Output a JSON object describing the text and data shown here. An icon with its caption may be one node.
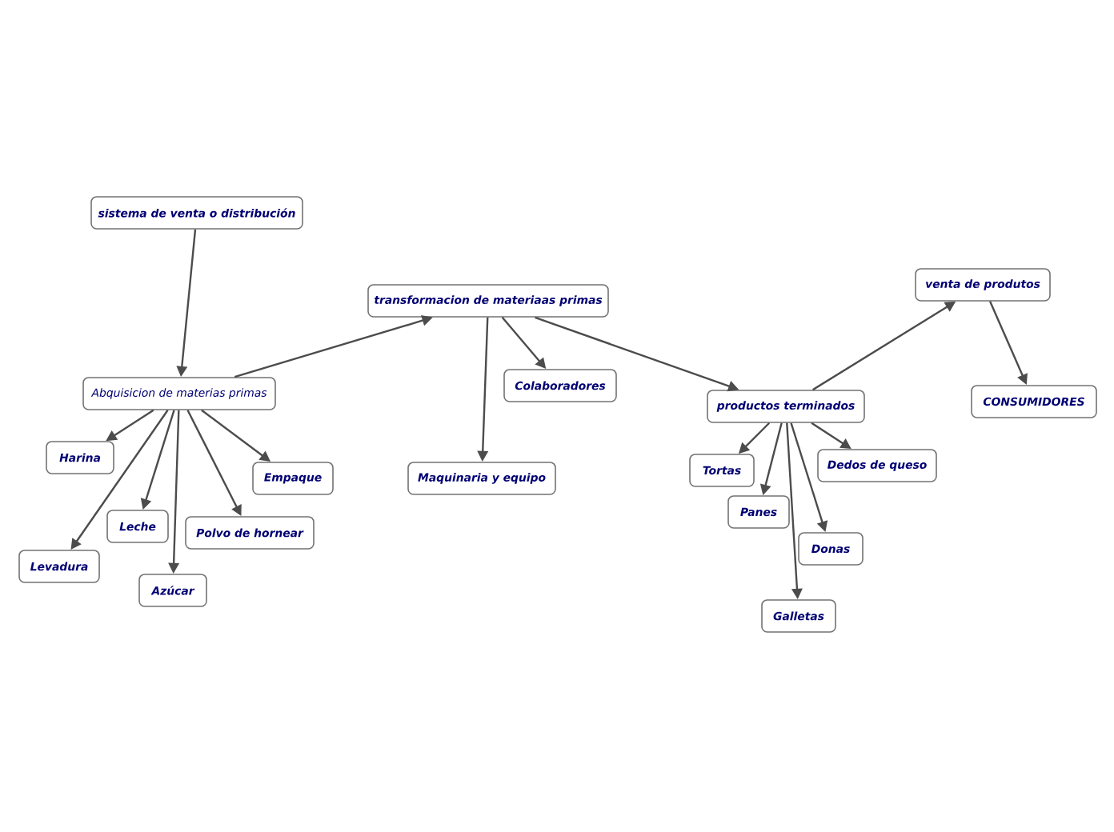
{
  "diagram": {
    "nodes": [
      {
        "text": [
          "sistema de venta o distribución"
        ]
      },
      {
        "text": [
          "transformacion de materiaas primas"
        ]
      },
      {
        "text": [
          "venta de produtos"
        ]
      },
      {
        "text": [
          "Abquisicion de materias primas"
        ]
      },
      {
        "text": [
          "Colaboradores"
        ]
      },
      {
        "text": [
          "productos terminados"
        ]
      },
      {
        "text": [
          "CONSUMIDORES"
        ]
      },
      {
        "text": [
          "Harina"
        ]
      },
      {
        "text": [
          "Empaque"
        ]
      },
      {
        "text": [
          "Maquinaria y equipo"
        ]
      },
      {
        "text": [
          "Tortas"
        ]
      },
      {
        "text": [
          "Dedos de queso"
        ]
      },
      {
        "text": [
          "Leche"
        ]
      },
      {
        "text": [
          "Polvo de hornear"
        ]
      },
      {
        "text": [
          "Panes"
        ]
      },
      {
        "text": [
          "Donas"
        ]
      },
      {
        "text": [
          "Levadura"
        ]
      },
      {
        "text": [
          "Azúcar"
        ]
      },
      {
        "text": [
          "Galletas"
        ]
      }
    ],
    "edges": [
      {
        "from": 0,
        "to": 3,
        "arrow": "to"
      },
      {
        "from": 3,
        "to": 1,
        "arrow": "to"
      },
      {
        "from": 1,
        "to": 9,
        "arrow": "to"
      },
      {
        "from": 1,
        "to": 4,
        "arrow": "to"
      },
      {
        "from": 1,
        "to": 5,
        "arrow": "to"
      },
      {
        "from": 5,
        "to": 2,
        "arrow": "to"
      },
      {
        "from": 2,
        "to": 6,
        "arrow": "to"
      },
      {
        "from": 3,
        "to": 7,
        "arrow": "to"
      },
      {
        "from": 3,
        "to": 16,
        "arrow": "to"
      },
      {
        "from": 3,
        "to": 12,
        "arrow": "to"
      },
      {
        "from": 3,
        "to": 17,
        "arrow": "to"
      },
      {
        "from": 3,
        "to": 13,
        "arrow": "to"
      },
      {
        "from": 3,
        "to": 8,
        "arrow": "to"
      },
      {
        "from": 5,
        "to": 10,
        "arrow": "to"
      },
      {
        "from": 5,
        "to": 14,
        "arrow": "to"
      },
      {
        "from": 5,
        "to": 18,
        "arrow": "to"
      },
      {
        "from": 5,
        "to": 15,
        "arrow": "to"
      },
      {
        "from": 5,
        "to": 11,
        "arrow": "to"
      }
    ]
  }
}
